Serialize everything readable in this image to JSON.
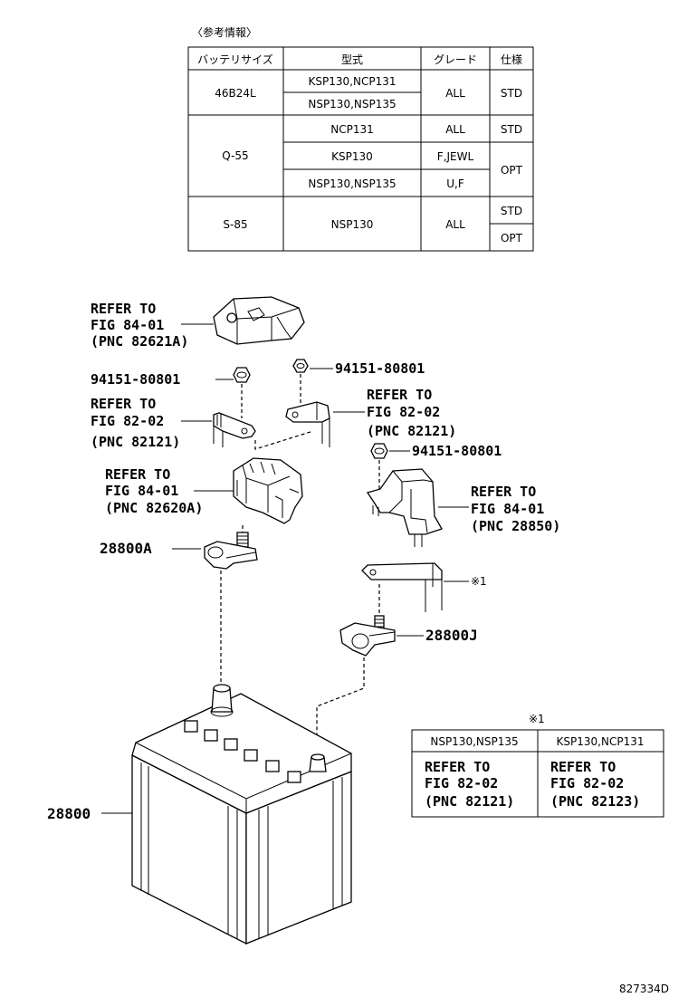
{
  "ref_table": {
    "caption": "〈参考情報〉",
    "headers": [
      "バッテリサイズ",
      "型式",
      "グレード",
      "仕様"
    ],
    "groups": [
      {
        "size": "46B24L",
        "rows": [
          {
            "model": "KSP130,NCP131",
            "grade": "ALL",
            "spec": "STD"
          },
          {
            "model": "NSP130,NSP135",
            "grade": "",
            "spec": ""
          }
        ]
      },
      {
        "size": "Q-55",
        "rows": [
          {
            "model": "NCP131",
            "grade": "ALL",
            "spec": "STD"
          },
          {
            "model": "KSP130",
            "grade": "F,JEWL",
            "spec": "OPT"
          },
          {
            "model": "NSP130,NSP135",
            "grade": "U,F",
            "spec": ""
          }
        ]
      },
      {
        "size": "S-85",
        "rows": [
          {
            "model": "NSP130",
            "grade": "ALL",
            "spec": "STD"
          },
          {
            "model": "",
            "grade": "",
            "spec": "OPT"
          }
        ]
      }
    ]
  },
  "callouts": {
    "fig84_82621": [
      "REFER TO",
      "FIG 84-01",
      "(PNC 82621A)"
    ],
    "nut_left": "94151-80801",
    "nut_mid": "94151-80801",
    "fig82_left": [
      "REFER TO",
      "FIG 82-02",
      "(PNC 82121)"
    ],
    "fig82_mid": [
      "REFER TO",
      "FIG 82-02",
      "(PNC 82121)"
    ],
    "nut_right": "94151-80801",
    "fig84_82620": [
      "REFER TO",
      "FIG 84-01",
      "(PNC 82620A)"
    ],
    "fig84_28850": [
      "REFER TO",
      "FIG 84-01",
      "(PNC 28850)"
    ],
    "part_28800A": "28800A",
    "note_ref": "※1",
    "part_28800J": "28800J",
    "part_28800": "28800"
  },
  "note_table": {
    "mark": "※1",
    "col1": {
      "header": "NSP130,NSP135",
      "lines": [
        "REFER TO",
        "FIG 82-02",
        "(PNC 82121)"
      ]
    },
    "col2": {
      "header": "KSP130,NCP131",
      "lines": [
        "REFER TO",
        "FIG 82-02",
        "(PNC 82123)"
      ]
    }
  },
  "diagram_code": "827334D"
}
